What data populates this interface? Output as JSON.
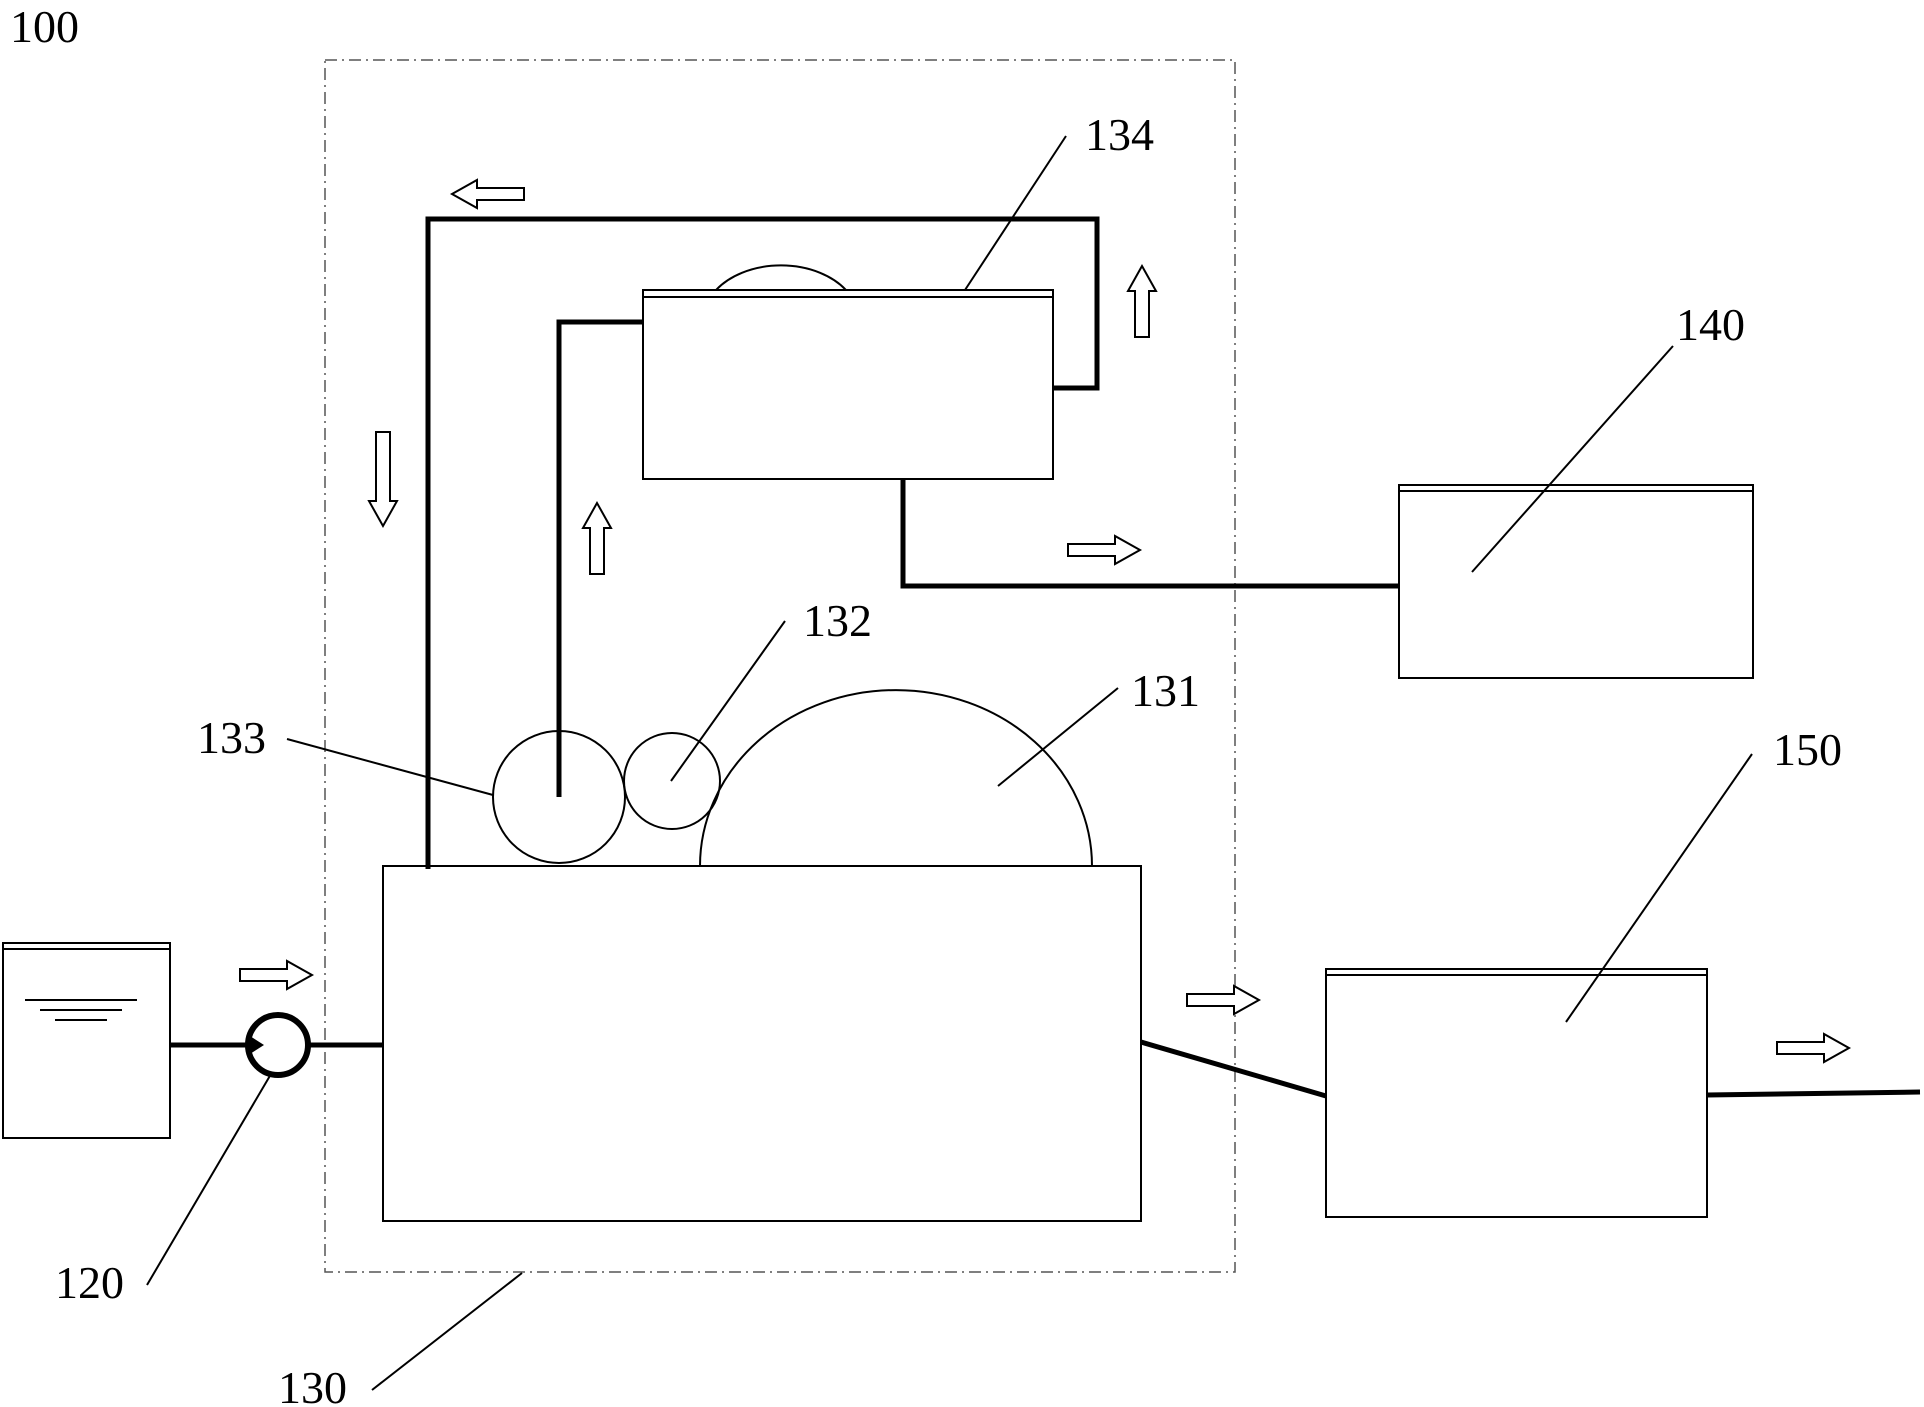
{
  "figure_label": "100",
  "labels": {
    "pump": "120",
    "reactor_unit": "130",
    "dome": "131",
    "small_circle": "132",
    "large_circle": "133",
    "upper_tank": "134",
    "right_tank_upper": "140",
    "right_tank_lower": "150"
  }
}
